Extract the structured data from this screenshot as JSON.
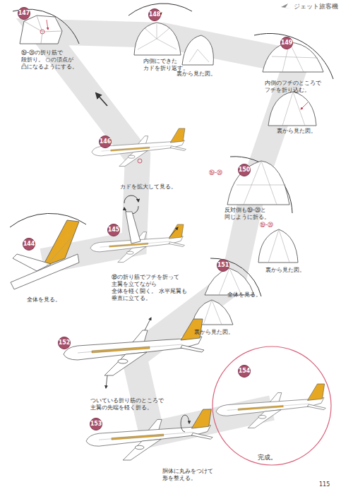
{
  "diagram": {
    "title": "ジェット旅客機",
    "nodes": [
      {
        "text": [
          "144"
        ]
      },
      {
        "text": [
          "145"
        ]
      },
      {
        "text": [
          "146"
        ]
      },
      {
        "text": [
          "147"
        ]
      },
      {
        "text": [
          "148"
        ]
      },
      {
        "text": [
          "149"
        ]
      },
      {
        "text": [
          "150"
        ]
      },
      {
        "text": [
          "151"
        ]
      },
      {
        "text": [
          "152"
        ]
      },
      {
        "text": [
          "153"
        ]
      },
      {
        "text": [
          "完成。"
        ]
      },
      {
        "text": [
          "154"
        ],
        "in": 10
      }
    ],
    "labels": [
      "⑲-⑳の折り筋で 段折り。 ○の頂点が 凸になるようにする。",
      "内側にできた カドを折り返す。",
      "裏から見た図。",
      "内側のフチのところで フチを折り込む。",
      "裏から見た図。",
      "カドを拡大して見る。",
      "⑲-⑳",
      "反対側も⑲-⑳と 同じように折る。",
      "⑲-⑳",
      "裏から見た図。",
      "⑱の折り筋でフチを折って 主翼を立てながら 全体を軽く開く。 水平尾翼も 垂直に立てる。",
      "全体を見る。",
      "全体を見る。",
      "裏から見た図。",
      "ついている折り筋のところで 主翼の先端を軽く折る。",
      "胴体に丸みをつけて 形を整える。",
      "115"
    ]
  }
}
